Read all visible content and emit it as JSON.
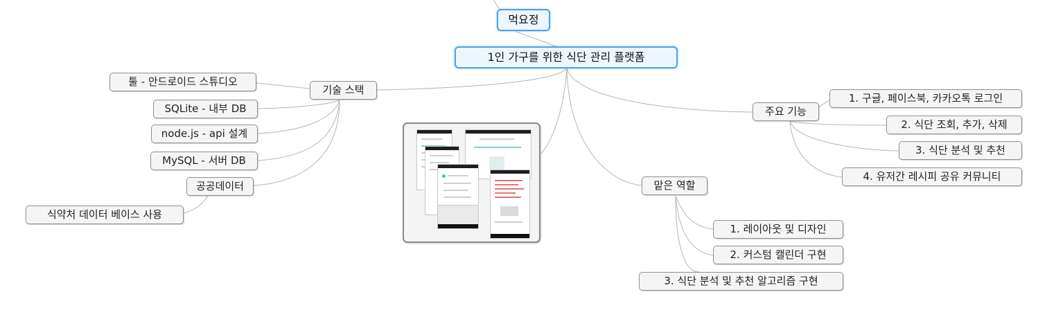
{
  "mindmap": {
    "parent_node": "먹요정",
    "root": "1인 가구를 위한 식단 관리 플랫폼",
    "tech_stack": {
      "label": "기술 스택",
      "children": [
        "툴 - 안드로이드 스튜디오",
        "SQLite - 내부 DB",
        "node.js - api 설계",
        "MySQL - 서버 DB",
        "공공데이터"
      ],
      "sub_child": "식약처 데이터 베이스 사용"
    },
    "features": {
      "label": "주요 기능",
      "children": [
        "1. 구글, 페이스북, 카카오톡 로그인",
        "2. 식단 조회, 추가, 삭제",
        "3. 식단 분석 및 추천",
        "4. 유저간 레시피 공유 커뮤니티"
      ]
    },
    "roles": {
      "label": "맡은 역할",
      "children": [
        "1. 레이아웃 및 디자인",
        "2. 커스텀 캘린더 구현",
        "3. 식단 분석 및 추천 알고리즘 구현"
      ]
    }
  },
  "colors": {
    "root_border": "#4aa3e8",
    "node_border": "#8f8f8f",
    "node_fill": "#f5f5f5",
    "connector": "#b4b4b4"
  }
}
